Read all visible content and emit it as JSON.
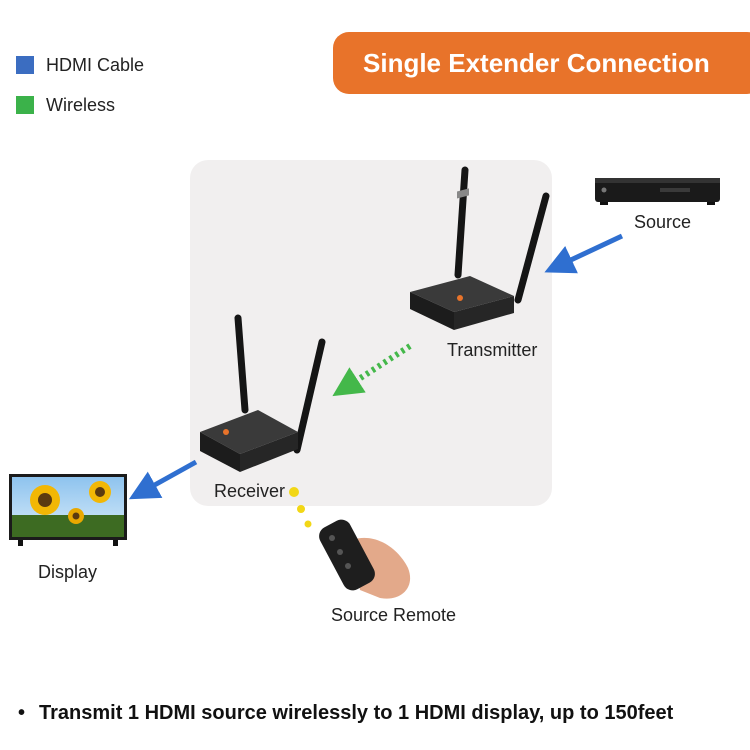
{
  "legend": {
    "items": [
      {
        "label": "HDMI Cable",
        "color": "#3b6dc1"
      },
      {
        "label": "Wireless",
        "color": "#3bb24a"
      }
    ]
  },
  "title": {
    "text": "Single Extender Connection",
    "color": "#e8732a"
  },
  "panel": {
    "color": "#f1efef"
  },
  "devices": {
    "source": "Source",
    "transmitter": "Transmitter",
    "receiver": "Receiver",
    "display": "Display",
    "remote": "Source Remote"
  },
  "colors": {
    "hdmi_arrow": "#2f6fd0",
    "wireless_arrow": "#44b84a",
    "ir_dots": "#f2d716"
  },
  "note": {
    "bullet": "•",
    "text": "Transmit 1 HDMI source wirelessly to 1 HDMI display, up to 150feet"
  }
}
